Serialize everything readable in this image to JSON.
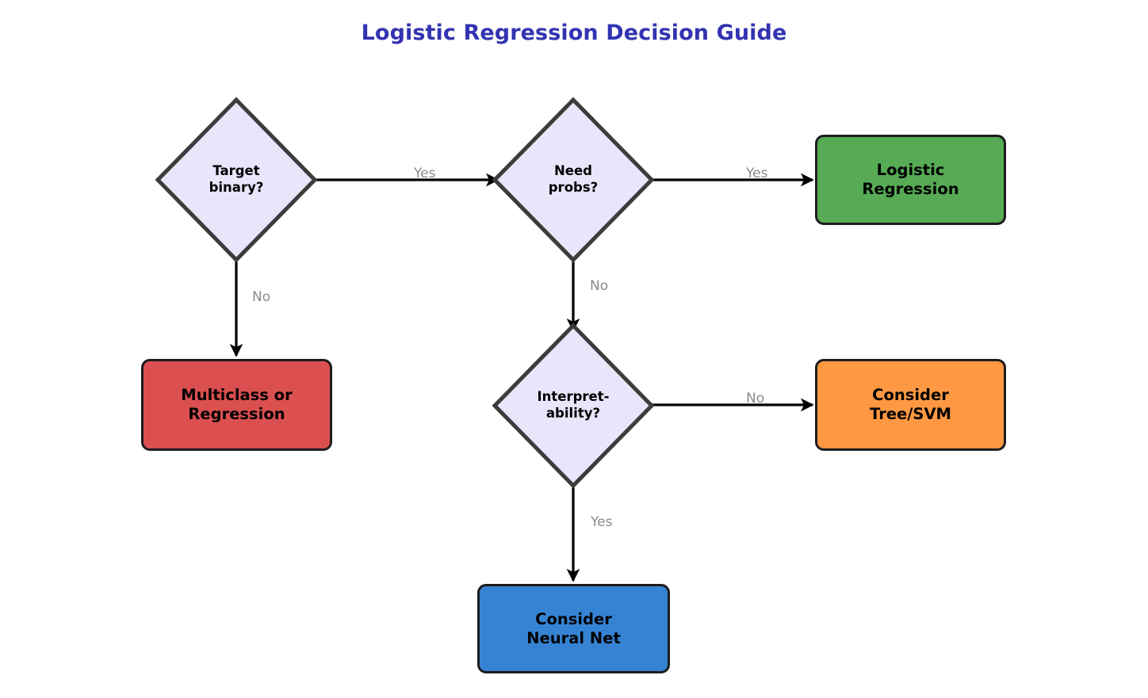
{
  "title": "Logistic Regression Decision Guide",
  "colors": {
    "title": "#3333b2",
    "decision_fill": "#e8e6fa",
    "decision_stroke": "#3c3c3c",
    "terminal_stroke": "#1d1d1d",
    "green": "#56ab54",
    "red": "#db4f51",
    "orange": "#ff9842",
    "blue": "#3683d4",
    "edge": "#000000",
    "edge_label": "#8a8a8a",
    "background": "#ffffff"
  },
  "nodes": {
    "target_binary": {
      "label": "Target\nbinary?",
      "line1": "Target",
      "line2": "binary?",
      "shape": "diamond"
    },
    "need_probs": {
      "label": "Need\nprobs?",
      "line1": "Need",
      "line2": "probs?",
      "shape": "diamond"
    },
    "interpretability": {
      "label": "Interpret-\nability?",
      "line1": "Interpret-",
      "line2": "ability?",
      "shape": "diamond"
    },
    "logistic_regression": {
      "line1": "Logistic",
      "line2": "Regression",
      "shape": "rounded-rect"
    },
    "multiclass_regression": {
      "line1": "Multiclass or",
      "line2": "Regression",
      "shape": "rounded-rect"
    },
    "consider_tree_svm": {
      "line1": "Consider",
      "line2": "Tree/SVM",
      "shape": "rounded-rect"
    },
    "consider_neural_net": {
      "line1": "Consider",
      "line2": "Neural Net",
      "shape": "rounded-rect"
    }
  },
  "edges": [
    {
      "from": "target_binary",
      "to": "need_probs",
      "label": "Yes"
    },
    {
      "from": "target_binary",
      "to": "multiclass_regression",
      "label": "No"
    },
    {
      "from": "need_probs",
      "to": "logistic_regression",
      "label": "Yes"
    },
    {
      "from": "need_probs",
      "to": "interpretability",
      "label": "No"
    },
    {
      "from": "interpretability",
      "to": "consider_tree_svm",
      "label": "No"
    },
    {
      "from": "interpretability",
      "to": "consider_neural_net",
      "label": "Yes"
    }
  ],
  "edge_labels": {
    "target_to_probs": "Yes",
    "target_to_multiclass": "No",
    "probs_to_logreg": "Yes",
    "probs_to_interp": "No",
    "interp_to_treesvm": "No",
    "interp_to_neuralnet": "Yes"
  }
}
